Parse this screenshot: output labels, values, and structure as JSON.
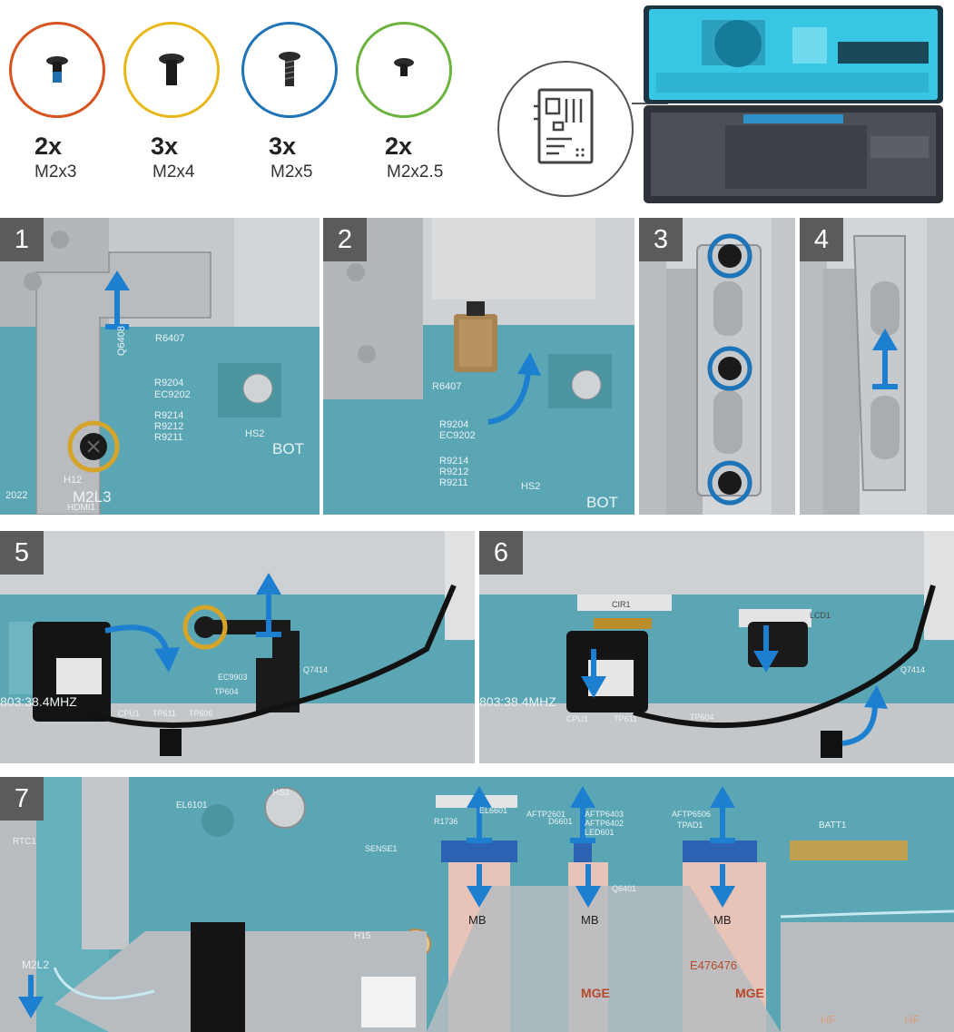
{
  "screws": [
    {
      "qty": "2x",
      "size": "M2x3",
      "ring_color": "#d9531e"
    },
    {
      "qty": "3x",
      "size": "M2x4",
      "ring_color": "#e8b71a"
    },
    {
      "qty": "3x",
      "size": "M2x5",
      "ring_color": "#1f73b7"
    },
    {
      "qty": "2x",
      "size": "M2x2.5",
      "ring_color": "#6db33f"
    }
  ],
  "steps": [
    "1",
    "2",
    "3",
    "4",
    "5",
    "6",
    "7"
  ],
  "board_labels": {
    "p1": [
      "R6407",
      "Q6408",
      "R9204",
      "EC9202",
      "R9214",
      "R9212",
      "R9211",
      "HS2",
      "BOT",
      "H12",
      "M2L3",
      "2022",
      "HDMI1"
    ],
    "p2": [
      "R6407",
      "R9204",
      "EC9202",
      "R9214",
      "R9212",
      "R9211",
      "HS2",
      "BOT"
    ],
    "p5": [
      "803:38.4MHZ",
      "CPU1",
      "TP611",
      "TP606",
      "Q7414",
      "EC9903",
      "TP604"
    ],
    "p6": [
      "CIR1",
      "LCD1",
      "803:38.4MHZ",
      "CPU1",
      "TP611",
      "TP604",
      "Q7414"
    ],
    "p7": [
      "EL6101",
      "HS1",
      "H15",
      "RTC1",
      "M2L2",
      "SENSE1",
      "R1736",
      "EL6601",
      "AFTP2601",
      "D6601",
      "AFTP6403",
      "AFTP6402",
      "LED601",
      "AFTP6506",
      "TPAD1",
      "Q6401",
      "BATT1",
      "MB",
      "MB",
      "MB",
      "MGE",
      "MGE",
      "E476476",
      "HF",
      "HF"
    ]
  },
  "colors": {
    "board": "#5aa6b4",
    "board_dark": "#3f8797",
    "shield": "#b7bcc0",
    "arrow": "#1d7fd0",
    "bracket": "#c7cacc",
    "gold": "#d4a52a",
    "blue_ring": "#1f73b7"
  },
  "icons": [
    "motherboard-icon",
    "screw-icon",
    "arrow-up-icon",
    "arrow-down-icon",
    "curved-arrow-icon"
  ]
}
